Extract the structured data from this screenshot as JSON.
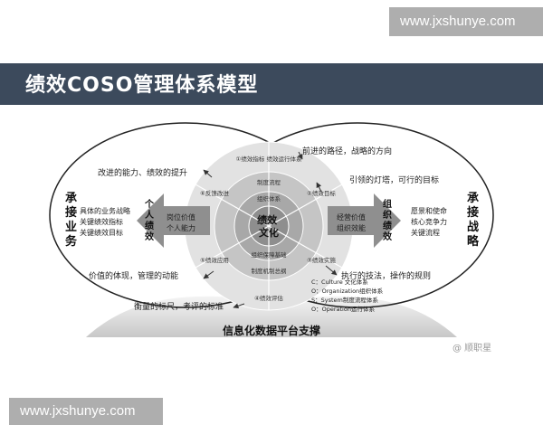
{
  "watermark_top": "www.jxshunye.com",
  "watermark_bottom": "www.jxshunye.com",
  "title": "绩效COSO管理体系模型",
  "left_side": "承接业务",
  "right_side": "承接战略",
  "left_list": [
    "具体的业务战略",
    "关键绩效指标",
    "关键绩效目标"
  ],
  "right_list": [
    "愿景和使命",
    "核心竞争力",
    "关键流程"
  ],
  "left_arrow_label": "个人绩效",
  "left_arrow_items": [
    "岗位价值",
    "个人能力"
  ],
  "right_arrow_label": "组织绩效",
  "right_arrow_items": [
    "经营价值",
    "组织效能"
  ],
  "top_left_text": "改进的能力、绩效的提升",
  "top_right_text": "前进的路径，战略的方向",
  "mid_right_text": "引领的灯塔，可行的目标",
  "mid_left_bottom_text": "价值的体现，管理的动能",
  "bottom_left_text": "衡量的标尺，考评的标准",
  "bottom_right_text": "执行的技法，操作的规则",
  "center_text": "绩效文化",
  "outer_ring": [
    "①绩效指标 绩效运行体系",
    "②绩效目标",
    "③绩效实施",
    "④绩效评估",
    "⑤绩效应用",
    "⑥反馈改进"
  ],
  "inner_ring": [
    "制度流程",
    "组织体系",
    "组织保障基础",
    "制度机制总纲"
  ],
  "coso_legend": [
    "C：Culture 文化体系",
    "O：Organization组织体系",
    "S：System制度流程体系",
    "O：Operation运行体系"
  ],
  "platform": "信息化数据平台支撑",
  "credit": "@ 顺职星"
}
